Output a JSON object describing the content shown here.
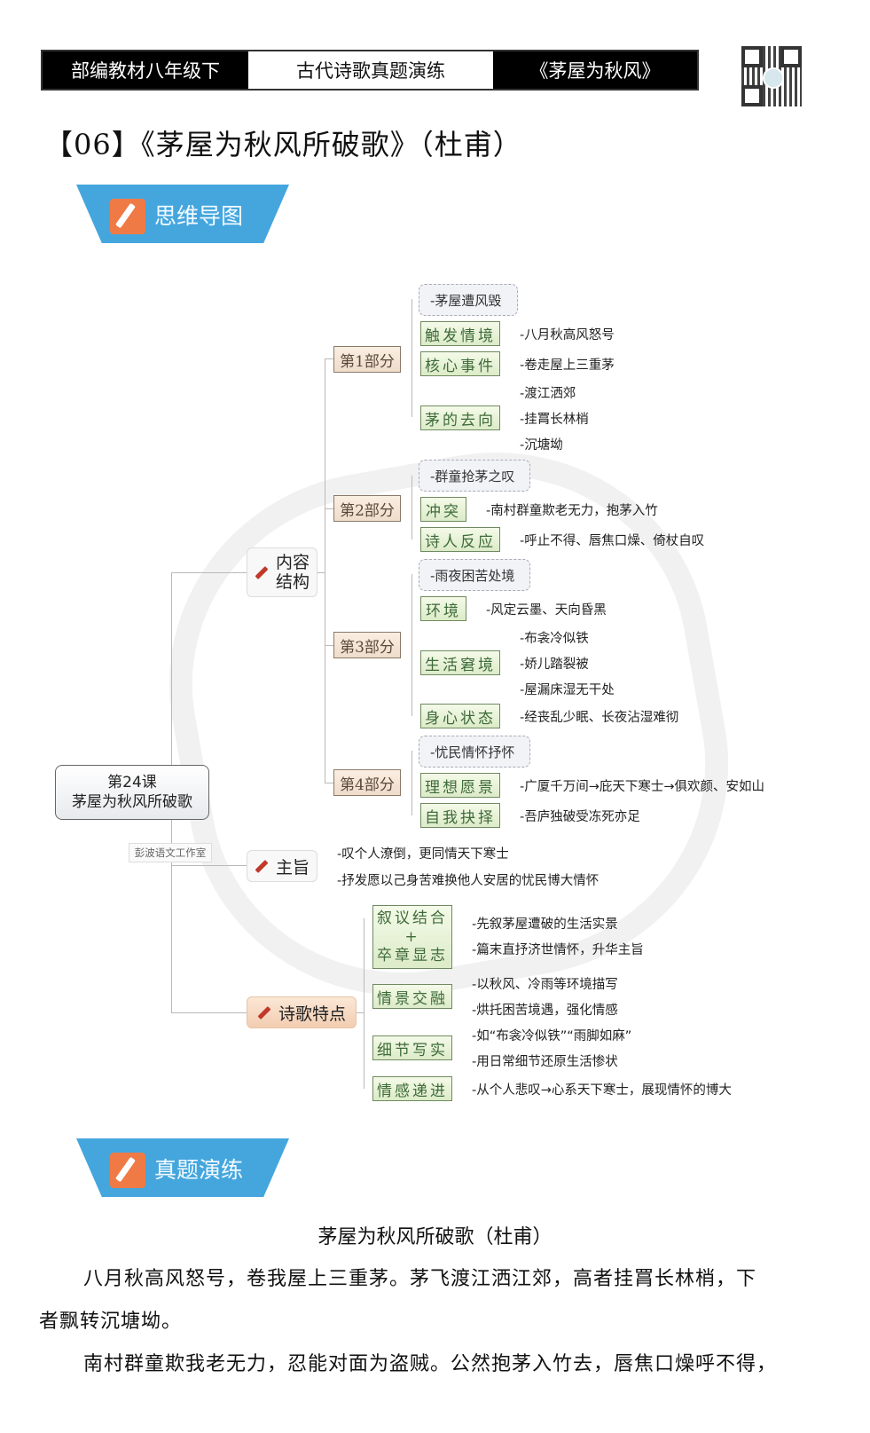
{
  "header": {
    "left": "部编教材八年级下",
    "center": "古代诗歌真题演练",
    "right": "《茅屋为秋风》",
    "qr_code": "qr-code"
  },
  "page_title": "【06】《茅屋为秋风所破歌》（杜甫）",
  "banners": {
    "mindmap": "思维导图",
    "practice": "真题演练"
  },
  "mindmap": {
    "root": {
      "line1": "第24课",
      "line2": "茅屋为秋风所破歌"
    },
    "studio_label": "彭波语文工作室",
    "content_structure": {
      "label_line1": "内容",
      "label_line2": "结构"
    },
    "parts": [
      {
        "label": "第1部分",
        "summary": "-茅屋遭风毁",
        "items": [
          {
            "label": "触发情境",
            "leaves": [
              "-八月秋高风怒号"
            ]
          },
          {
            "label": "核心事件",
            "leaves": [
              "-卷走屋上三重茅"
            ]
          },
          {
            "label": "茅的去向",
            "leaves": [
              "-渡江洒郊",
              "-挂罥长林梢",
              "-沉塘坳"
            ]
          }
        ]
      },
      {
        "label": "第2部分",
        "summary": "-群童抢茅之叹",
        "items": [
          {
            "label": "冲突",
            "leaves": [
              "-南村群童欺老无力，抱茅入竹"
            ]
          },
          {
            "label": "诗人反应",
            "leaves": [
              "-呼止不得、唇焦口燥、倚杖自叹"
            ]
          }
        ]
      },
      {
        "label": "第3部分",
        "summary": "-雨夜困苦处境",
        "items": [
          {
            "label": "环境",
            "leaves": [
              "-风定云墨、天向昏黑"
            ]
          },
          {
            "label": "生活窘境",
            "leaves": [
              "-布衾冷似铁",
              "-娇儿踏裂被",
              "-屋漏床湿无干处"
            ]
          },
          {
            "label": "身心状态",
            "leaves": [
              "-经丧乱少眠、长夜沾湿难彻"
            ]
          }
        ]
      },
      {
        "label": "第4部分",
        "summary": "-忧民情怀抒怀",
        "items": [
          {
            "label": "理想愿景",
            "leaves": [
              "-广厦千万间→庇天下寒士→俱欢颜、安如山"
            ]
          },
          {
            "label": "自我抉择",
            "leaves": [
              "-吾庐独破受冻死亦足"
            ]
          }
        ]
      }
    ],
    "theme": {
      "label": "主旨",
      "leaves": [
        "-叹个人潦倒，更同情天下寒士",
        "-抒发愿以己身苦难换他人安居的忧民博大情怀"
      ]
    },
    "features": {
      "label": "诗歌特点",
      "items": [
        {
          "label_line1": "叙议结合",
          "plus": "+",
          "label_line2": "卒章显志",
          "leaves": [
            "-先叙茅屋遭破的生活实景",
            "-篇末直抒济世情怀，升华主旨"
          ]
        },
        {
          "label": "情景交融",
          "leaves": [
            "-以秋风、冷雨等环境描写",
            "-烘托困苦境遇，强化情感"
          ]
        },
        {
          "label": "细节写实",
          "leaves": [
            "-如“布衾冷似铁”“雨脚如麻”",
            "-用日常细节还原生活惨状"
          ]
        },
        {
          "label": "情感递进",
          "leaves": [
            "-从个人悲叹→心系天下寒士，展现情怀的博大"
          ]
        }
      ]
    }
  },
  "poem": {
    "title": "茅屋为秋风所破歌（杜甫）",
    "para1_line1": "八月秋高风怒号，卷我屋上三重茅。茅飞渡江洒江郊，高者挂罥长林梢，下",
    "para1_line2": "者飘转沉塘坳。",
    "para2_line1": "南村群童欺我老无力，忍能对面为盗贼。公然抱茅入竹去，唇焦口燥呼不得，"
  },
  "colors": {
    "banner_blue": "#45a6de",
    "banner_icon_orange": "#ef7a45",
    "part_node_fill": "#f5e6d6",
    "green_node_fill": "#e6f2d6",
    "green_node_text": "#3e6b3a",
    "features_node_fill": "#f7dcc7"
  }
}
